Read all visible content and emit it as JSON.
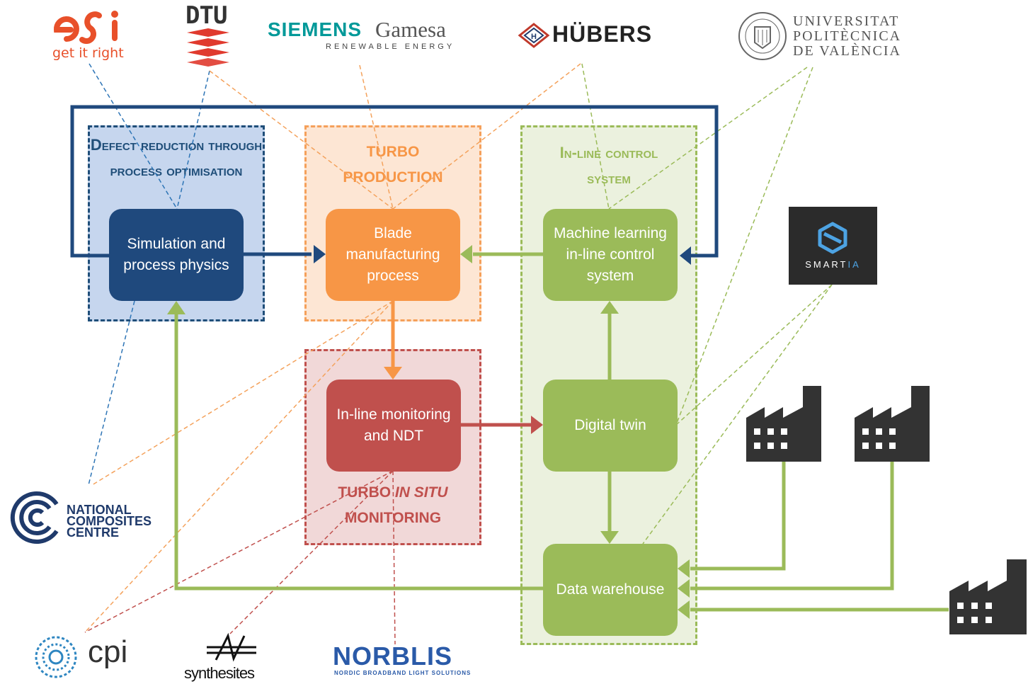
{
  "regions": {
    "defect_title": "Defect reduction through process optimisation",
    "production_title": "TURBO PRODUCTION",
    "monitoring_title_main": "TURBO",
    "monitoring_title_italic": "IN SITU",
    "monitoring_title_sub": "MONITORING",
    "inline_title": "In-line control system"
  },
  "boxes": {
    "simulation": "Simulation and process physics",
    "blade": "Blade manufacturing process",
    "ndt": "In-line monitoring and NDT",
    "ml_control": "Machine learning in-line control system",
    "digital_twin": "Digital twin",
    "data_warehouse": "Data warehouse"
  },
  "logos": {
    "esi_tagline": "get it right",
    "dtu": "DTU",
    "siemens": "SIEMENS",
    "gamesa": "Gamesa",
    "renewable": "RENEWABLE ENERGY",
    "hubers": "HÜBERS",
    "upv_line1": "UNIVERSITAT",
    "upv_line2": "POLITÈCNICA",
    "upv_line3": "DE VALÈNCIA",
    "smartia_main": "SMART",
    "smartia_accent": "IA",
    "ncc_line1": "NATIONAL",
    "ncc_line2": "COMPOSITES",
    "ncc_line3": "CENTRE",
    "cpi": "cpi",
    "synthesites": "synthesites",
    "norblis": "NORBLIS",
    "norblis_sub": "NORDIC BROADBAND LIGHT SOLUTIONS"
  },
  "icons": [
    "factory-icon",
    "esi-logo-icon",
    "dtu-logo-icon",
    "hubers-logo-icon",
    "upv-seal-icon",
    "smartia-logo-icon",
    "ncc-logo-icon",
    "cpi-logo-icon",
    "synthesites-logo-icon"
  ],
  "colors": {
    "blue": "#1f497d",
    "orange": "#f79646",
    "red": "#c0504d",
    "green": "#9bbb59",
    "factory": "#333333"
  }
}
